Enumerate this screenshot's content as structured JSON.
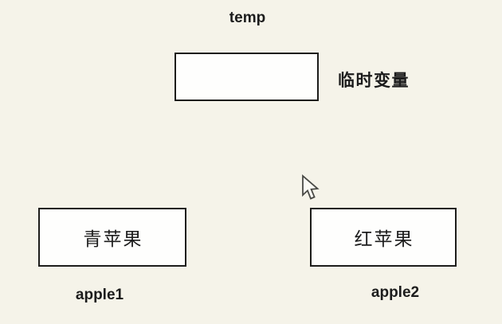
{
  "colors": {
    "background": "#f5f3e9",
    "box_fill": "#fefefd",
    "box_border": "#1d1d1b",
    "text": "#1c1c1c"
  },
  "diagram": {
    "temp_box": {
      "label": "temp",
      "caption": "临时变量",
      "value": ""
    },
    "apple1_box": {
      "label": "apple1",
      "value": "青苹果"
    },
    "apple2_box": {
      "label": "apple2",
      "value": "红苹果"
    }
  },
  "cursor": {
    "icon": "arrow-pointer"
  }
}
